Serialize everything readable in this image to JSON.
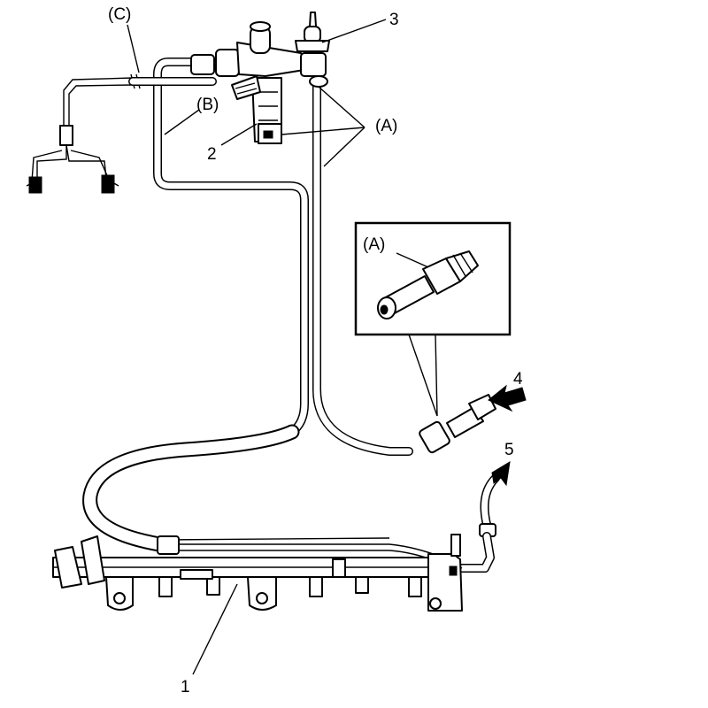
{
  "labels": {
    "c": "(C)",
    "b": "(B)",
    "a_top": "(A)",
    "a_inset": "(A)",
    "n1": "1",
    "n2": "2",
    "n3": "3",
    "n4": "4",
    "n5": "5"
  },
  "colors": {
    "line": "#000000",
    "background": "#ffffff"
  }
}
